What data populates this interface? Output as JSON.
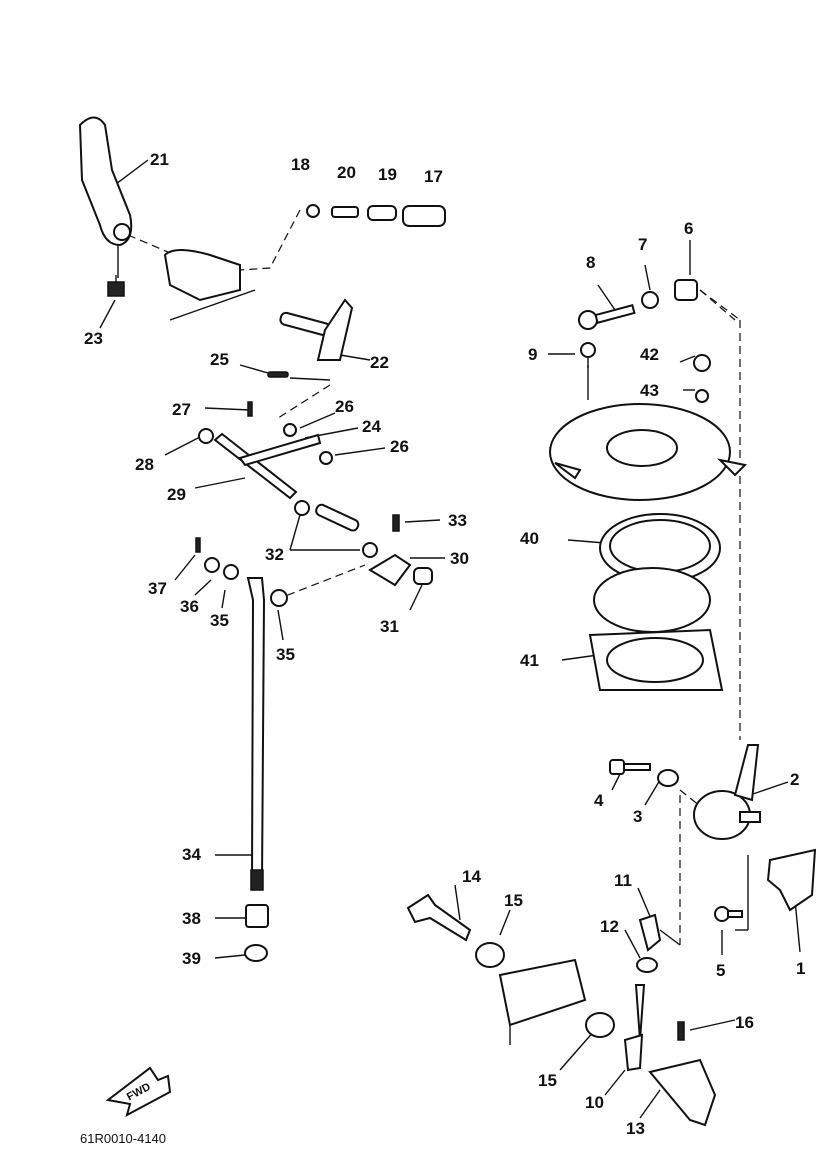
{
  "diagram": {
    "drawing_code": "61R0010-4140",
    "direction_label": "FWD",
    "callouts": [
      "21",
      "18",
      "20",
      "19",
      "17",
      "23",
      "6",
      "7",
      "8",
      "9",
      "42",
      "43",
      "25",
      "22",
      "27",
      "26",
      "24",
      "26",
      "28",
      "29",
      "33",
      "40",
      "32",
      "30",
      "37",
      "36",
      "35",
      "31",
      "35",
      "41",
      "2",
      "4",
      "3",
      "34",
      "14",
      "11",
      "15",
      "5",
      "1",
      "12",
      "38",
      "39",
      "16",
      "15",
      "10",
      "13"
    ]
  },
  "colors": {
    "ink": "#111111",
    "paper": "#ffffff"
  }
}
